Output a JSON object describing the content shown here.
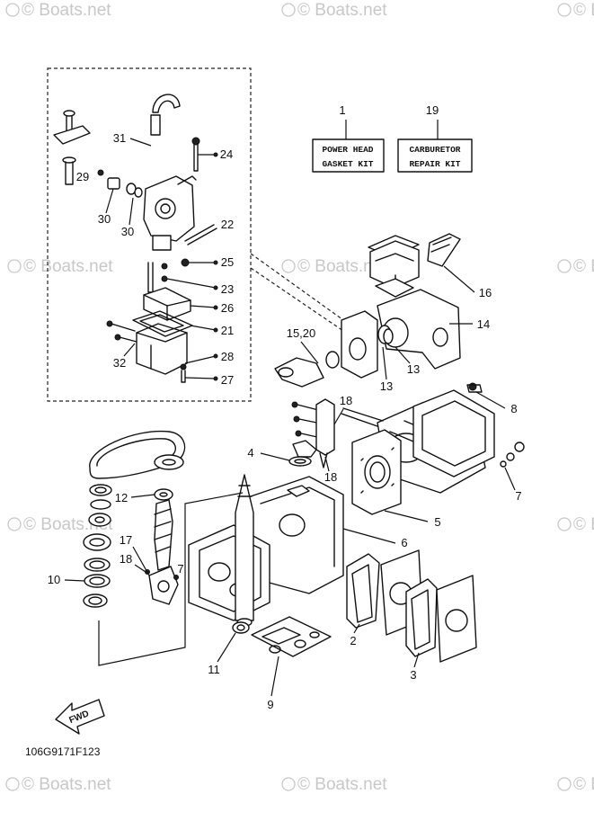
{
  "watermark": "© Boats.net",
  "diagram_code": "106G9171F123",
  "fwd_label": "FWD",
  "kits": [
    {
      "number": "1",
      "line1": "POWER HEAD",
      "line2": "GASKET KIT"
    },
    {
      "number": "19",
      "line1": "CARBURETOR",
      "line2": "REPAIR KIT"
    }
  ],
  "callouts": [
    "31",
    "24",
    "29",
    "30",
    "30",
    "22",
    "25",
    "23",
    "26",
    "21",
    "32",
    "28",
    "27",
    "16",
    "14",
    "15,20",
    "13",
    "13",
    "8",
    "18",
    "18",
    "4",
    "7",
    "5",
    "12",
    "6",
    "17",
    "18",
    "7",
    "10",
    "2",
    "3",
    "11",
    "9"
  ]
}
